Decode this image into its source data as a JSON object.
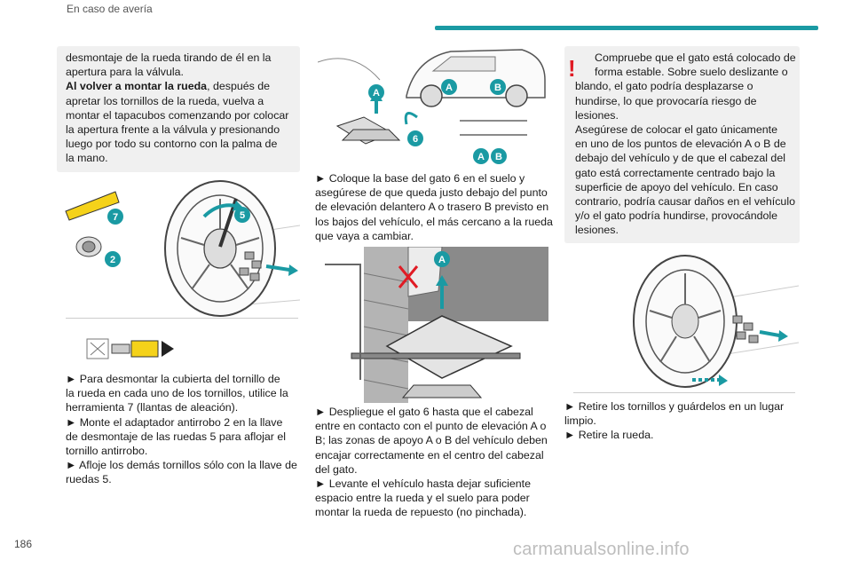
{
  "header": {
    "section": "En caso de avería"
  },
  "page_number": "186",
  "watermark": "carmanualsonline.info",
  "col1": {
    "box_lines": [
      "desmontaje de la rueda tirando de él en la",
      "apertura para la válvula."
    ],
    "box_bold": "Al volver a montar la rueda",
    "box_after_bold": ", después de",
    "box_lines2": [
      "apretar los tornillos de la rueda, vuelva a",
      "montar el tapacubos comenzando por colocar",
      "la apertura frente a la válvula y presionando",
      "luego por todo su contorno con la palma de",
      "la mano."
    ],
    "badges": {
      "b7": "7",
      "b2": "2",
      "b5": "5"
    },
    "para": [
      "► Para desmontar la cubierta del tornillo de",
      "la rueda en cada uno de los tornillos, utilice la",
      "herramienta 7 (llantas de aleación).",
      "► Monte el adaptador antirrobo 2 en la llave",
      "de desmontaje de las ruedas 5 para aflojar el",
      "tornillo antirrobo.",
      "► Afloje los demás tornillos sólo con la llave de",
      "ruedas 5."
    ]
  },
  "col2": {
    "badges": {
      "a1": "A",
      "a2": "A",
      "b1": "B",
      "six": "6",
      "a3": "A",
      "b2": "B",
      "a4": "A"
    },
    "para1": [
      "► Coloque la base del gato 6 en el suelo y",
      "asegúrese de que queda justo debajo del punto",
      "de elevación delantero A o trasero B previsto en",
      "los bajos del vehículo, el más cercano a la rueda",
      "que vaya a cambiar."
    ],
    "para2": [
      "► Despliegue el gato 6 hasta que el cabezal",
      "entre en contacto con el punto de elevación A o",
      "B; las zonas de apoyo A o B del vehículo deben",
      "encajar correctamente en el centro del cabezal",
      "del gato.",
      "► Levante el vehículo hasta dejar suficiente",
      "espacio entre la rueda y el suelo para poder",
      "montar la rueda de repuesto (no pinchada)."
    ]
  },
  "col3": {
    "warn_symbol": "!",
    "warn_lines": [
      "Compruebe que el gato está colocado de",
      "forma estable. Sobre suelo deslizante o",
      "blando, el gato podría desplazarse o",
      "hundirse, lo que provocaría riesgo de",
      "lesiones.",
      "Asegúrese de colocar el gato únicamente",
      "en uno de los puntos de elevación A o B de",
      "debajo del vehículo y de que el cabezal del",
      "gato está correctamente centrado bajo la",
      "superficie de apoyo del vehículo. En caso",
      "contrario, podría causar daños en el vehículo",
      "y/o el gato podría hundirse, provocándole",
      "lesiones."
    ],
    "para": [
      "► Retire los tornillos y guárdelos en un lugar",
      "limpio.",
      "► Retire la rueda."
    ]
  },
  "colors": {
    "accent": "#1a9aa3",
    "warning": "#e01b24",
    "box": "#f0f0f0"
  }
}
